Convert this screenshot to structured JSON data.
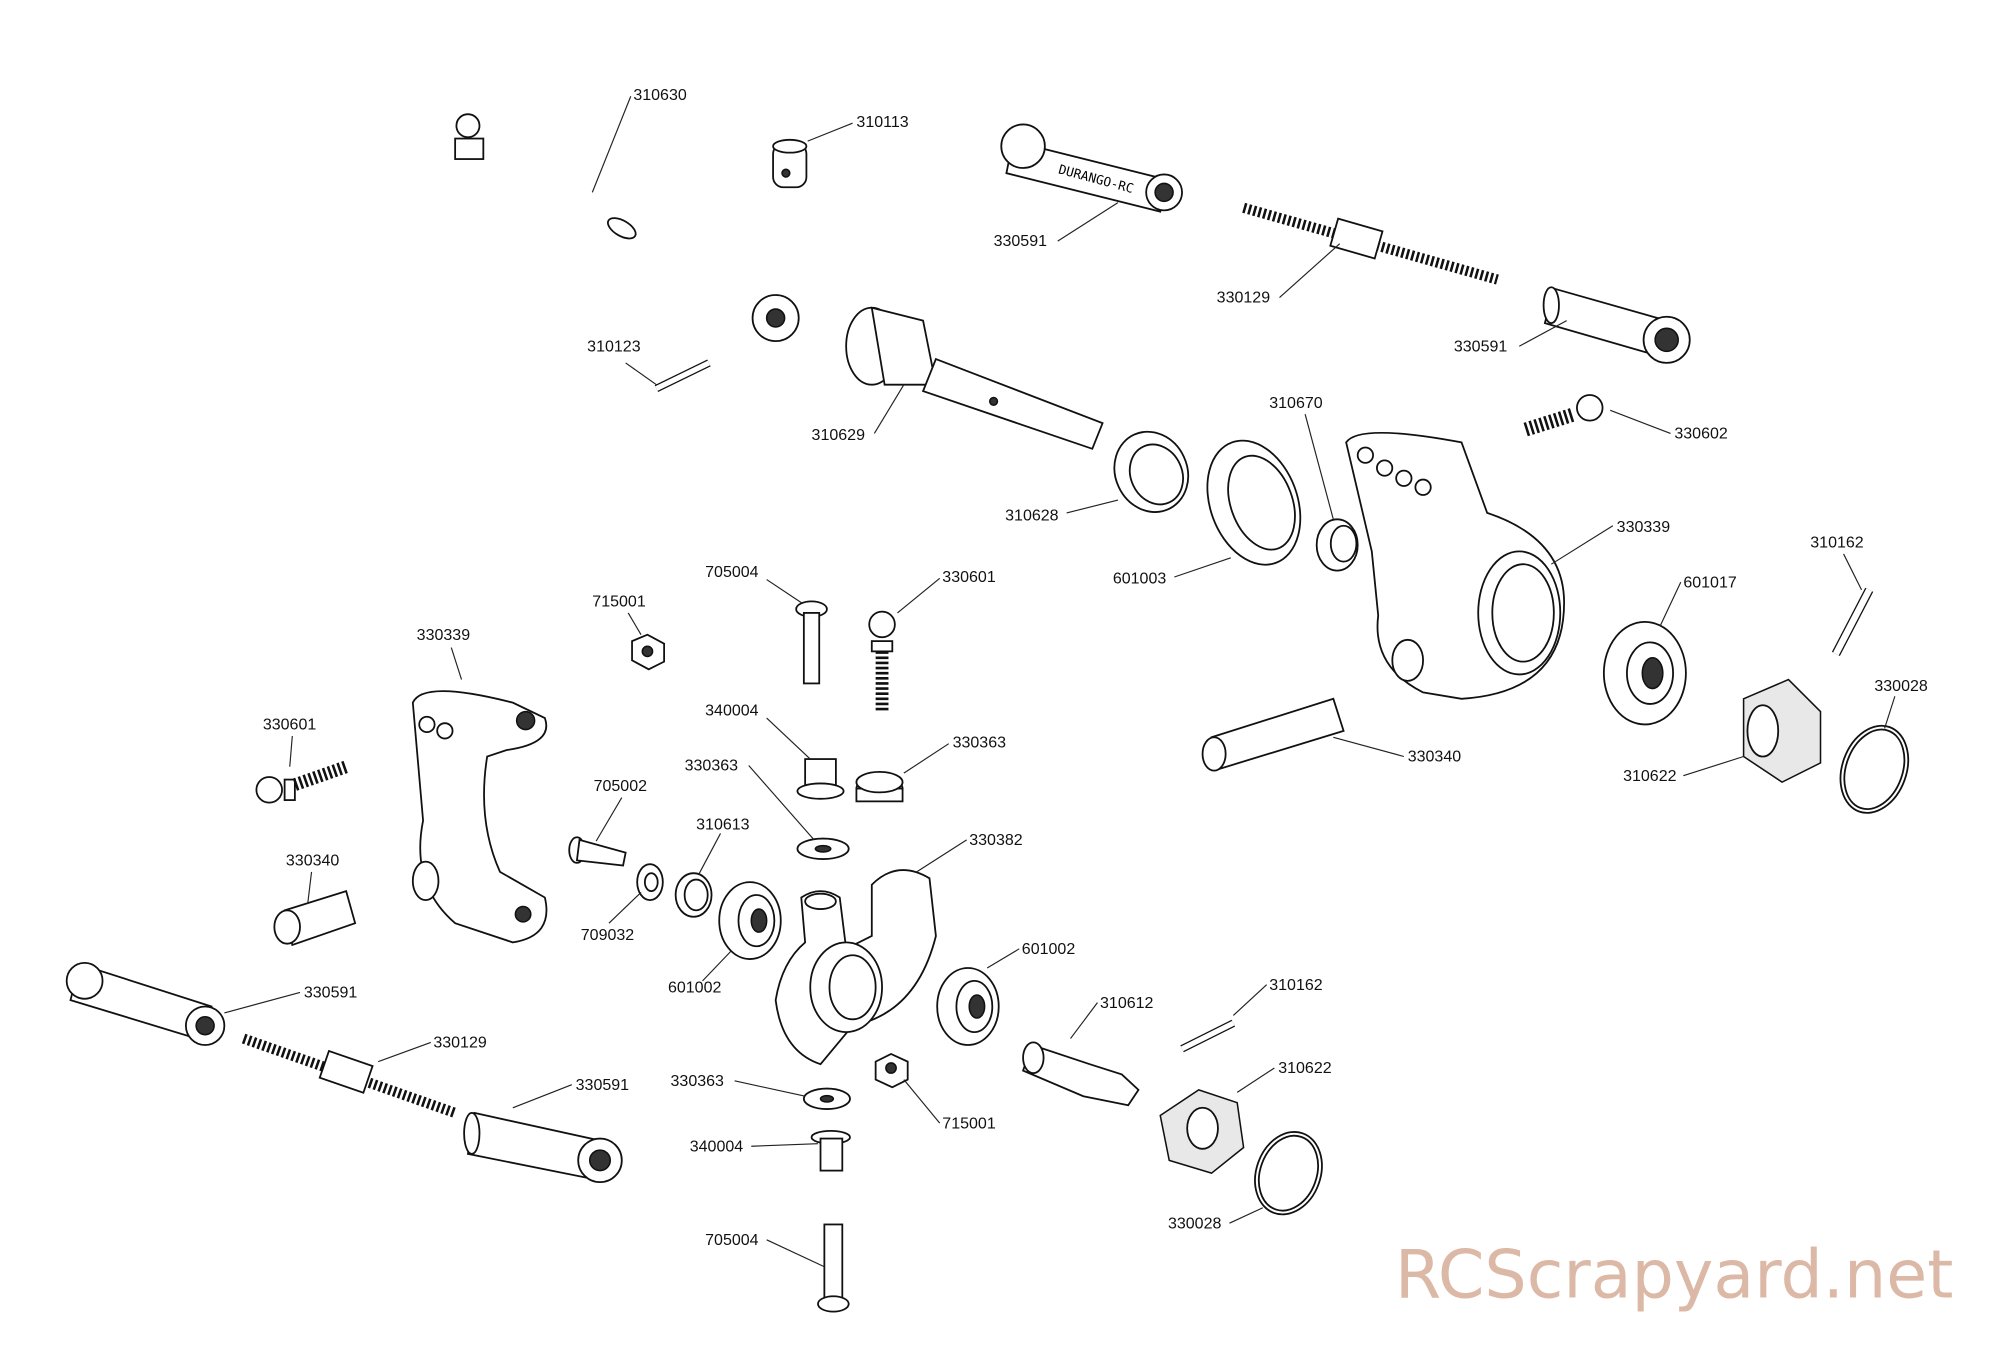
{
  "diagram": {
    "title_hidden": null,
    "labels": [
      "310630",
      "310113",
      "330591",
      "330129",
      "310123",
      "330591",
      "310629",
      "310670",
      "330602",
      "310628",
      "330339",
      "310162",
      "705004",
      "330601",
      "601003",
      "601017",
      "715001",
      "330339",
      "330028",
      "340004",
      "330601",
      "330363",
      "330340",
      "330363",
      "310622",
      "705002",
      "310613",
      "330382",
      "330340",
      "709032",
      "601002",
      "330591",
      "601002",
      "310162",
      "310612",
      "330129",
      "310622",
      "330363",
      "330591",
      "715001",
      "340004",
      "330028",
      "705004"
    ],
    "decal_text": "DURANGO-RC",
    "watermark": "RCScrapyard.net",
    "colors": {
      "line": "#111111",
      "watermark": "#dcb8a6"
    }
  }
}
